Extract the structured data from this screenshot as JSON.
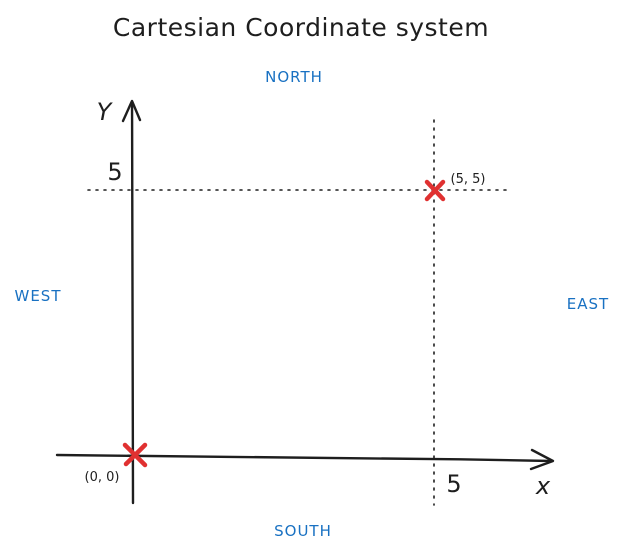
{
  "title": "Cartesian Coordinate system",
  "directions": {
    "north": "NORTH",
    "south": "SOUTH",
    "east": "EAST",
    "west": "WEST"
  },
  "axes": {
    "x_label": "x",
    "y_label": "Y",
    "x_tick": "5",
    "y_tick": "5"
  },
  "points": [
    {
      "label": "(0, 0)",
      "x": 0,
      "y": 0
    },
    {
      "label": "(5, 5)",
      "x": 5,
      "y": 5
    }
  ],
  "colors": {
    "ink": "#1e1e1e",
    "direction_text": "#1971c2",
    "marker": "#e03131"
  }
}
